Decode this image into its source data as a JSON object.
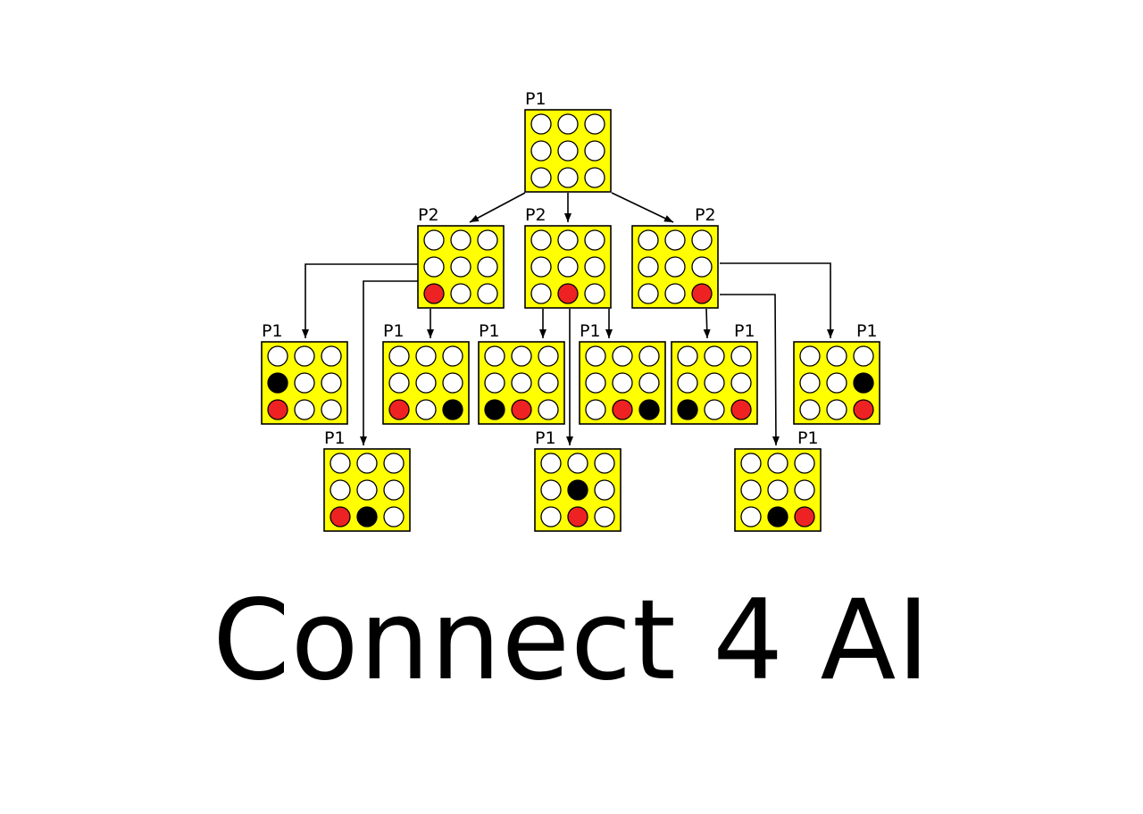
{
  "title": "Connect 4 AI",
  "colors": {
    "board": "#ffff00",
    "red": "#ee2222",
    "black": "#000000",
    "empty": "#ffffff"
  },
  "tree": {
    "nodes": [
      {
        "id": "root",
        "player": "P1",
        "cells": [
          "e",
          "e",
          "e",
          "e",
          "e",
          "e",
          "e",
          "e",
          "e"
        ]
      },
      {
        "id": "a",
        "player": "P2",
        "cells": [
          "e",
          "e",
          "e",
          "e",
          "e",
          "e",
          "r",
          "e",
          "e"
        ]
      },
      {
        "id": "b",
        "player": "P2",
        "cells": [
          "e",
          "e",
          "e",
          "e",
          "e",
          "e",
          "e",
          "r",
          "e"
        ]
      },
      {
        "id": "c",
        "player": "P2",
        "cells": [
          "e",
          "e",
          "e",
          "e",
          "e",
          "e",
          "e",
          "e",
          "r"
        ]
      },
      {
        "id": "a1",
        "player": "P1",
        "cells": [
          "e",
          "e",
          "e",
          "b",
          "e",
          "e",
          "r",
          "e",
          "e"
        ]
      },
      {
        "id": "a2",
        "player": "P1",
        "cells": [
          "e",
          "e",
          "e",
          "e",
          "e",
          "e",
          "r",
          "b",
          "e"
        ]
      },
      {
        "id": "a3",
        "player": "P1",
        "cells": [
          "e",
          "e",
          "e",
          "e",
          "e",
          "e",
          "r",
          "e",
          "b"
        ]
      },
      {
        "id": "b1",
        "player": "P1",
        "cells": [
          "e",
          "e",
          "e",
          "e",
          "e",
          "e",
          "b",
          "r",
          "e"
        ]
      },
      {
        "id": "b2",
        "player": "P1",
        "cells": [
          "e",
          "e",
          "e",
          "e",
          "b",
          "e",
          "e",
          "r",
          "e"
        ]
      },
      {
        "id": "b3",
        "player": "P1",
        "cells": [
          "e",
          "e",
          "e",
          "e",
          "e",
          "e",
          "e",
          "r",
          "b"
        ]
      },
      {
        "id": "c1",
        "player": "P1",
        "cells": [
          "e",
          "e",
          "e",
          "e",
          "e",
          "e",
          "b",
          "e",
          "r"
        ]
      },
      {
        "id": "c2",
        "player": "P1",
        "cells": [
          "e",
          "e",
          "e",
          "e",
          "e",
          "e",
          "e",
          "b",
          "r"
        ]
      },
      {
        "id": "c3",
        "player": "P1",
        "cells": [
          "e",
          "e",
          "e",
          "e",
          "e",
          "b",
          "e",
          "e",
          "r"
        ]
      }
    ],
    "edges": [
      [
        "root",
        "a"
      ],
      [
        "root",
        "b"
      ],
      [
        "root",
        "c"
      ],
      [
        "a",
        "a1"
      ],
      [
        "a",
        "a2"
      ],
      [
        "a",
        "a3"
      ],
      [
        "b",
        "b1"
      ],
      [
        "b",
        "b2"
      ],
      [
        "b",
        "b3"
      ],
      [
        "c",
        "c1"
      ],
      [
        "c",
        "c2"
      ],
      [
        "c",
        "c3"
      ]
    ]
  }
}
